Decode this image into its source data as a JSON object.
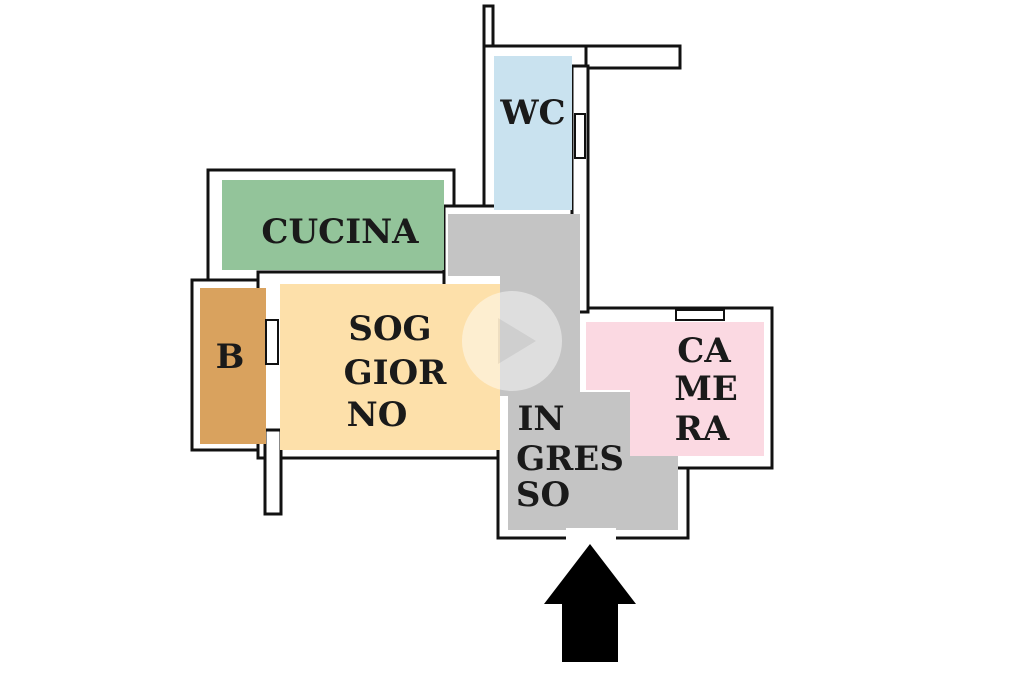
{
  "plan": {
    "rooms": [
      {
        "key": "wc",
        "lines": [
          "WC"
        ],
        "color": "#c9e2ef"
      },
      {
        "key": "cucina",
        "lines": [
          "CUCINA"
        ],
        "color": "#93c49a"
      },
      {
        "key": "bagno",
        "lines": [
          "B"
        ],
        "color": "#d9a25e"
      },
      {
        "key": "soggiorno",
        "lines": [
          "SOG",
          "GIOR",
          "NO"
        ],
        "color": "#fde0aa"
      },
      {
        "key": "ingresso",
        "lines": [
          "IN",
          "GRES",
          "SO"
        ],
        "color": "#c4c4c4"
      },
      {
        "key": "camera",
        "lines": [
          "CA",
          "ME",
          "RA"
        ],
        "color": "#fbd9e2"
      }
    ],
    "wall_color": "#111111",
    "entry_arrow_color": "#000000",
    "overlay": {
      "icon": "play-icon"
    }
  }
}
